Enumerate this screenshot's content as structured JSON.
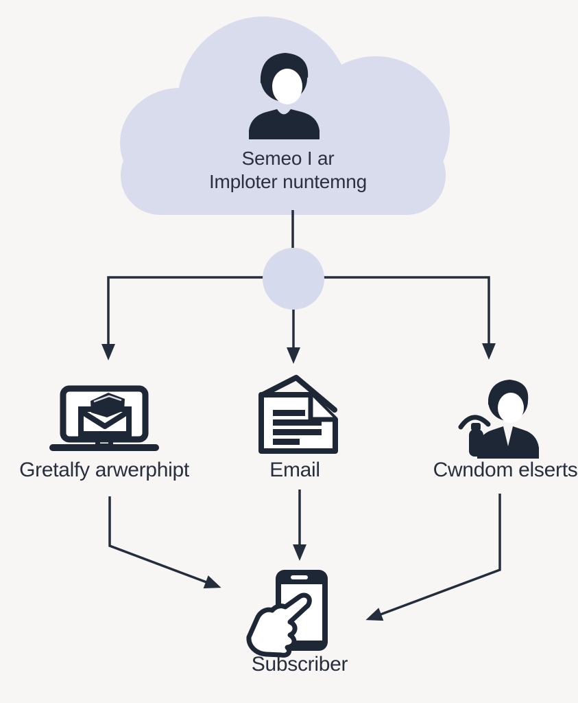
{
  "diagram": {
    "type": "flowchart",
    "cloud": {
      "icon": "user-icon",
      "line1": "Semeo I ar",
      "line2": "Imploter nuntemng"
    },
    "junction": {
      "shape": "circle"
    },
    "branches": [
      {
        "id": "left",
        "icon": "monitor-email-icon",
        "label": "Gretalfy arwerphipt"
      },
      {
        "id": "center",
        "icon": "email-document-icon",
        "label": "Email"
      },
      {
        "id": "right",
        "icon": "person-announcement-icon",
        "label": "Cwndom elserts"
      }
    ],
    "target": {
      "icon": "phone-touch-icon",
      "label": "Subscriber"
    },
    "colors": {
      "background": "#f7f6f5",
      "cloud_fill": "#d9dcec",
      "junction_fill": "#d5daec",
      "icon_dark": "#1e2736",
      "line": "#232d3c",
      "text": "#272e3c"
    }
  }
}
